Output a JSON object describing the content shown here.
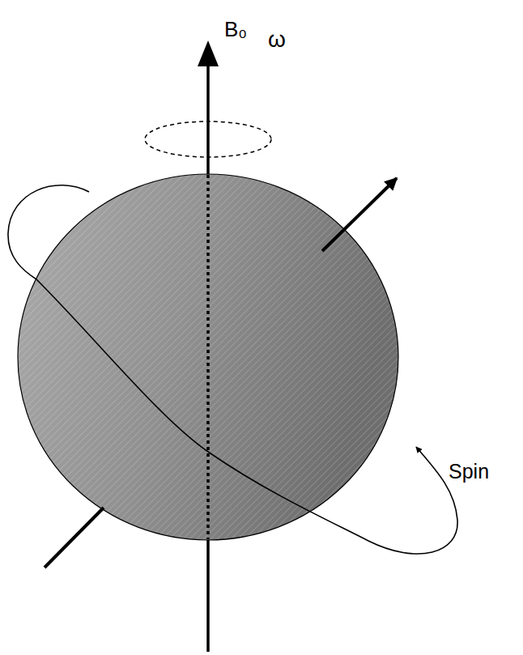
{
  "diagram": {
    "labels": [
      "B₀",
      "ω",
      "Spin"
    ]
  }
}
